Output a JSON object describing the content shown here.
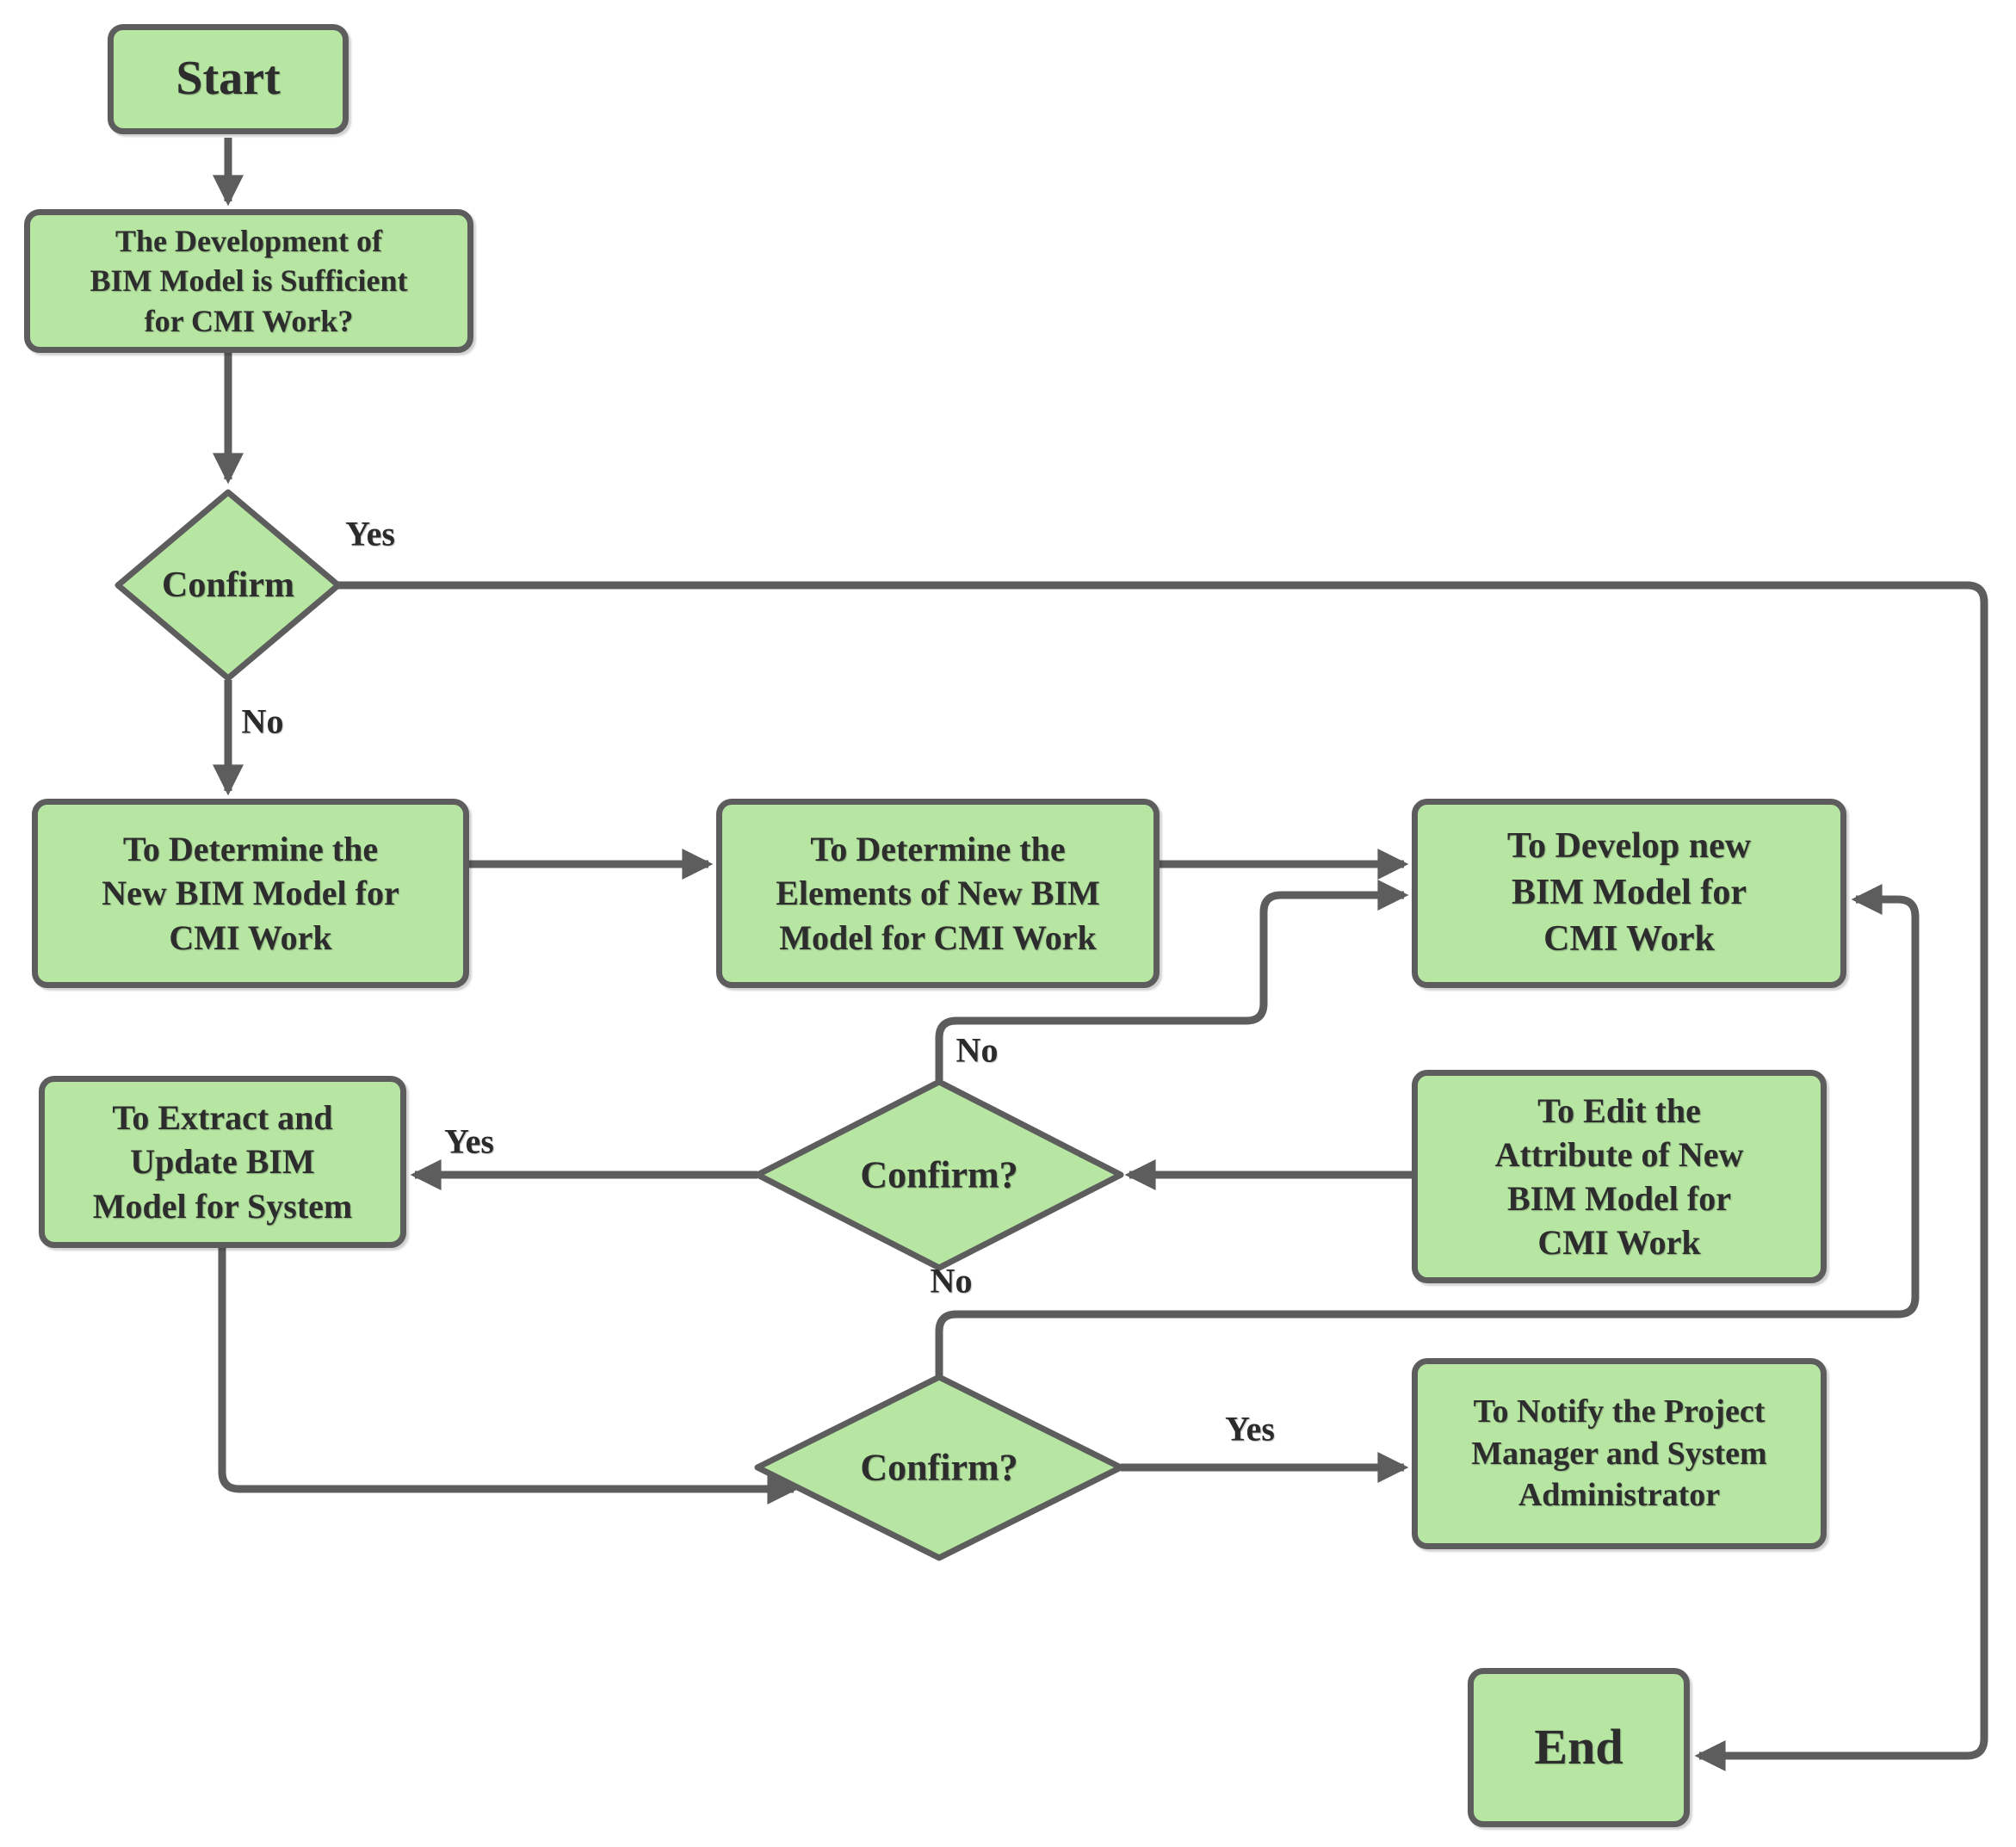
{
  "diagram": {
    "type": "flowchart",
    "colors": {
      "node_fill": "#b7e6a3",
      "node_border": "#5d5d5d",
      "connector": "#5d5d5d",
      "text": "#2d2d2d",
      "background": "#ffffff"
    },
    "nodes": {
      "start": {
        "label": "Start",
        "shape": "rounded-rect"
      },
      "dev_check": {
        "label": "The Development of\nBIM Model is Sufficient\nfor CMI Work?",
        "shape": "rounded-rect"
      },
      "confirm_top": {
        "label": "Confirm",
        "shape": "diamond"
      },
      "determine_model": {
        "label": "To Determine the\nNew BIM Model for\nCMI Work",
        "shape": "rounded-rect"
      },
      "determine_elements": {
        "label": "To Determine the\nElements of New BIM\nModel for CMI Work",
        "shape": "rounded-rect"
      },
      "develop_model": {
        "label": "To Develop new\nBIM Model for\nCMI Work",
        "shape": "rounded-rect"
      },
      "edit_attribute": {
        "label": "To Edit  the\nAttribute of  New\nBIM  Model  for\nCMI Work",
        "shape": "rounded-rect"
      },
      "confirm_mid": {
        "label": "Confirm?",
        "shape": "diamond"
      },
      "extract_update": {
        "label": "To Extract and\nUpdate BIM\nModel for System",
        "shape": "rounded-rect"
      },
      "confirm_bottom": {
        "label": "Confirm?",
        "shape": "diamond"
      },
      "notify": {
        "label": "To Notify the Project\nManager and System\nAdministrator",
        "shape": "rounded-rect"
      },
      "end": {
        "label": "End",
        "shape": "rounded-rect"
      }
    },
    "edge_labels": {
      "confirm_top_yes": "Yes",
      "confirm_top_no": "No",
      "confirm_mid_no": "No",
      "confirm_mid_yes": "Yes",
      "confirm_bottom_no": "No",
      "confirm_bottom_yes": "Yes"
    }
  }
}
